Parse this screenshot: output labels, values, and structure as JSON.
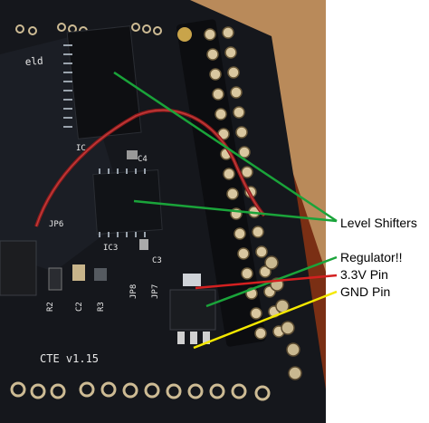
{
  "annotations": {
    "level_shifters": "Level Shifters",
    "regulator": "Regulator!!",
    "pin_33v": "3.3V Pin",
    "gnd_pin": "GND Pin"
  },
  "silkscreen": {
    "board_version": "CTE v1.15",
    "partial_name": "eld",
    "ic_top": "IC",
    "ic_mid": "IC3",
    "c4": "C4",
    "c3": "C3",
    "jp6": "JP6",
    "c2": "C2",
    "r3": "R3",
    "jp8": "JP8",
    "jp7": "JP7",
    "r2": "R2"
  },
  "colors": {
    "annotation_green": "#1aa43a",
    "annotation_red": "#d42020",
    "annotation_yellow": "#f4e800",
    "board": "#15171c",
    "wood": "#8a3a1c"
  }
}
